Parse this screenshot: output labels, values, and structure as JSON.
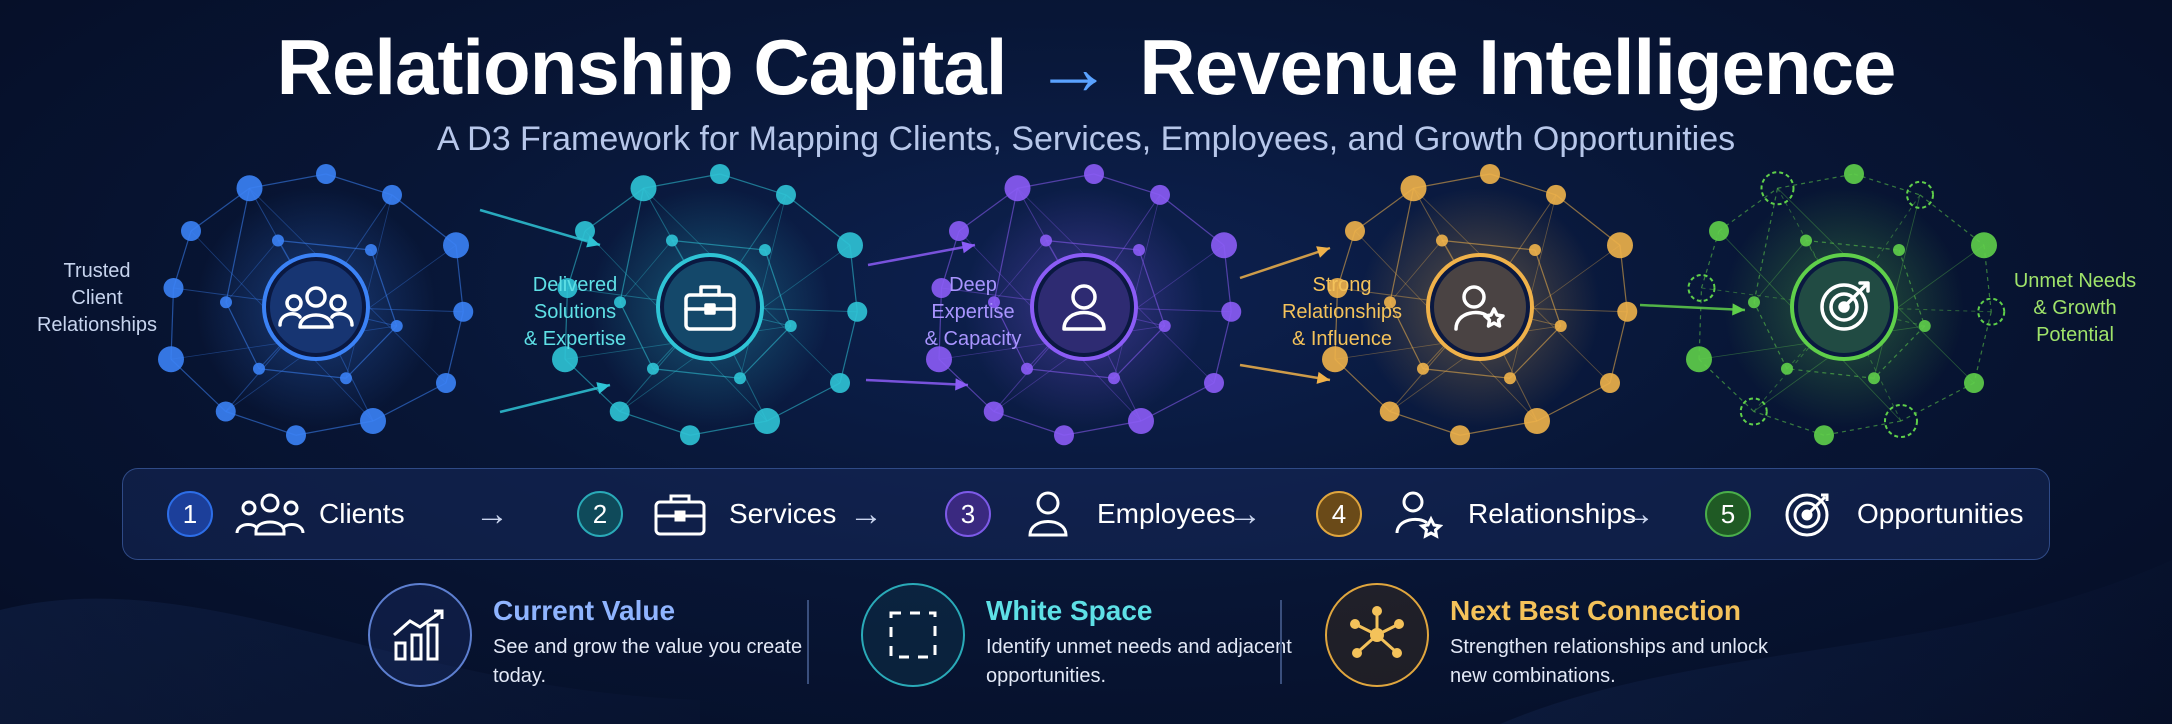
{
  "header": {
    "title_left": "Relationship Capital",
    "title_arrow": "→",
    "title_right": "Revenue Intelligence",
    "subtitle": "A D3 Framework for Mapping Clients, Services, Employees, and Growth Opportunities"
  },
  "clusters": [
    {
      "id": "clients",
      "icon": "users-icon",
      "color": "#3b82f6",
      "label_lines": [
        "Trusted",
        "Client",
        "Relationships"
      ],
      "label_color": "#c7d4ee"
    },
    {
      "id": "services",
      "icon": "briefcase-icon",
      "color": "#2fc4d6",
      "label_lines": [
        "Delivered",
        "Solutions",
        "& Expertise"
      ],
      "label_color": "#5ee0e6"
    },
    {
      "id": "employees",
      "icon": "person-icon",
      "color": "#8b5cf6",
      "label_lines": [
        "Deep",
        "Expertise",
        "& Capacity"
      ],
      "label_color": "#a995ff"
    },
    {
      "id": "relationships",
      "icon": "person-star-icon",
      "color": "#f0b24a",
      "label_lines": [
        "Strong",
        "Relationships",
        "& Influence"
      ],
      "label_color": "#f4c25a"
    },
    {
      "id": "opportunities",
      "icon": "target-icon",
      "color": "#5fcf4a",
      "label_lines": [
        "Unmet Needs",
        "& Growth",
        "Potential"
      ],
      "label_color": "#9fe36a"
    }
  ],
  "steps": [
    {
      "number": "1",
      "label": "Clients",
      "icon": "users-icon",
      "color": "#2d6ee8"
    },
    {
      "number": "2",
      "label": "Services",
      "icon": "briefcase-icon",
      "color": "#2aaab8"
    },
    {
      "number": "3",
      "label": "Employees",
      "icon": "person-icon",
      "color": "#7d5ae8"
    },
    {
      "number": "4",
      "label": "Relationships",
      "icon": "person-star-icon",
      "color": "#e0a63e"
    },
    {
      "number": "5",
      "label": "Opportunities",
      "icon": "target-icon",
      "color": "#4aae4a"
    }
  ],
  "step_arrow": "→",
  "cards": [
    {
      "title": "Current Value",
      "desc": "See and grow the value you create today.",
      "icon": "bar-chart-icon",
      "color": "#8fb4ff"
    },
    {
      "title": "White Space",
      "desc": "Identify unmet needs and adjacent opportunities.",
      "icon": "dashed-square-icon",
      "color": "#5ee0e6"
    },
    {
      "title": "Next Best Connection",
      "desc": "Strengthen relationships and unlock new combinations.",
      "icon": "network-icon",
      "color": "#f4c25a"
    }
  ]
}
